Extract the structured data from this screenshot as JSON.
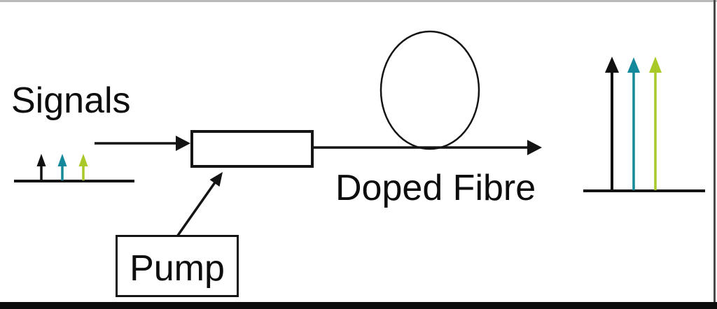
{
  "labels": {
    "signals": "Signals",
    "doped_fibre": "Doped Fibre",
    "pump": "Pump"
  },
  "colors": {
    "line": "#141414",
    "signal_black": "#101010",
    "signal_teal": "#15899c",
    "signal_green": "#a9c929",
    "top_border": "#b9b9b9",
    "right_border": "#4a4a4a",
    "bottom_bar": "#0c0c0c",
    "background": "#ffffff"
  }
}
